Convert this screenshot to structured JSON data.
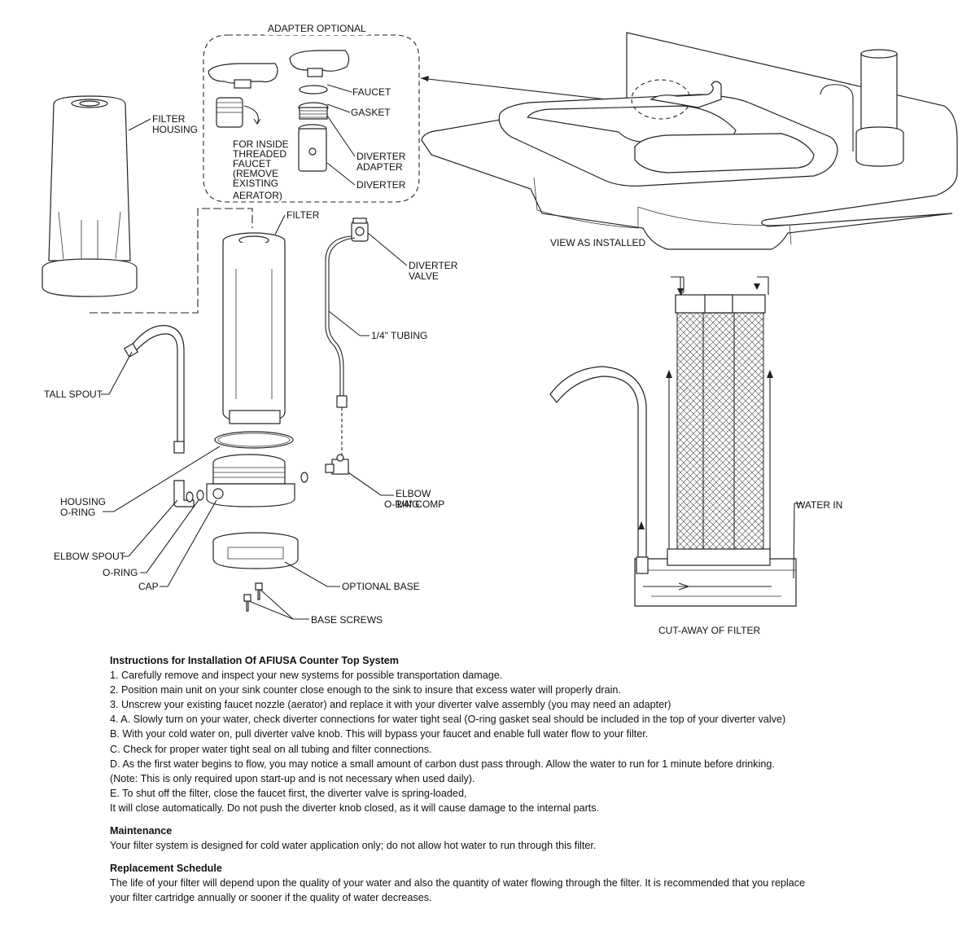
{
  "labels": {
    "adapter_optional": "ADAPTER OPTIONAL",
    "faucet": "FAUCET",
    "gasket": "GASKET",
    "diverter_adapter_1": "DIVERTER",
    "diverter_adapter_2": "ADAPTER",
    "diverter": "DIVERTER",
    "inside_threaded": [
      "FOR INSIDE",
      "THREADED",
      "FAUCET",
      "(REMOVE",
      "EXISTING",
      "AERATOR)"
    ],
    "filter_housing_1": "FILTER",
    "filter_housing_2": "HOUSING",
    "filter": "FILTER",
    "diverter_valve_1": "DIVERTER",
    "diverter_valve_2": "VALVE",
    "tubing": "1/4\" TUBING",
    "tall_spout": "TALL SPOUT",
    "housing_oring_1": "HOUSING",
    "housing_oring_2": "O-RING",
    "elbow_spout": "ELBOW SPOUT",
    "oring": "O-RING",
    "cap": "CAP",
    "elbow_comp_1": "ELBOW",
    "elbow_comp_2": "1/4\" COMP",
    "oring_right": "O-RING",
    "optional_base": "OPTIONAL BASE",
    "base_screws": "BASE SCREWS",
    "view_as_installed": "VIEW AS INSTALLED",
    "water_in": "WATER IN",
    "cut_away": "CUT-AWAY OF FILTER"
  },
  "instructions": {
    "title": "Instructions for Installation Of AFIUSA Counter Top System",
    "steps": [
      "1.  Carefully remove and inspect your new systems for possible transportation damage.",
      "2.  Position main unit on your sink counter close enough to the sink to insure that excess water will properly drain.",
      "3.  Unscrew your existing faucet nozzle (aerator) and replace it with your diverter valve assembly (you may need an adapter)",
      "4.  A. Slowly turn on your water, check diverter connections for water tight seal  (O-ring gasket seal should be included in the top of your diverter valve)",
      "B. With your cold water on, pull diverter valve knob.  This will bypass your faucet and enable full water flow to your filter.",
      "C. Check for proper water tight seal on all tubing and filter connections.",
      "D. As the first water begins to flow, you may notice a small amount of carbon dust pass through.  Allow the water to run for 1 minute before drinking.",
      "(Note: This is only required upon start-up and is not necessary when used daily).",
      "E.  To shut off the filter, close the faucet first, the diverter valve is spring-loaded,",
      "It will close automatically.  Do not push the diverter knob closed, as it will cause damage to the internal parts."
    ]
  },
  "maintenance": {
    "title": "Maintenance",
    "text": "Your filter system is designed for cold water application only; do not allow hot water to run through this filter."
  },
  "replacement": {
    "title": "Replacement Schedule",
    "line1": "The life of your filter will depend upon the quality of your water and also the quantity of water flowing through the filter. It is recommended that you replace",
    "line2": "your filter cartridge annually or sooner if the quality of water decreases."
  }
}
